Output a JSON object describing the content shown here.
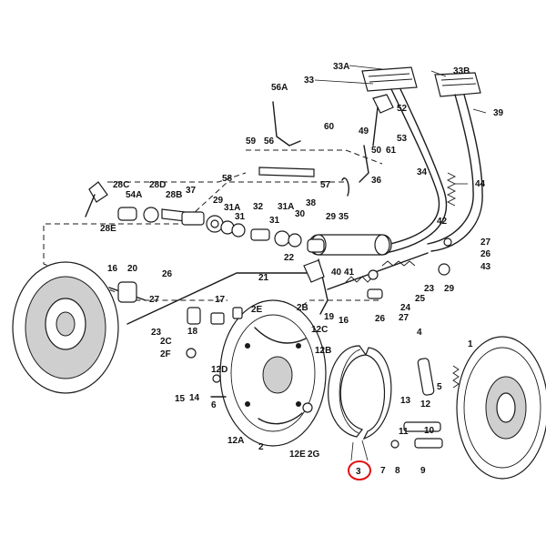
{
  "diagram": {
    "highlight_color": "#e01010",
    "highlighted_part": "3",
    "labels": [
      {
        "id": "33A",
        "text": "33A"
      },
      {
        "id": "33B",
        "text": "33B"
      },
      {
        "id": "33",
        "text": "33"
      },
      {
        "id": "39",
        "text": "39"
      },
      {
        "id": "56A",
        "text": "56A"
      },
      {
        "id": "52",
        "text": "52"
      },
      {
        "id": "60",
        "text": "60"
      },
      {
        "id": "49",
        "text": "49"
      },
      {
        "id": "53",
        "text": "53"
      },
      {
        "id": "59",
        "text": "59"
      },
      {
        "id": "56",
        "text": "56"
      },
      {
        "id": "50",
        "text": "50"
      },
      {
        "id": "61",
        "text": "61"
      },
      {
        "id": "58",
        "text": "58"
      },
      {
        "id": "57",
        "text": "57"
      },
      {
        "id": "34",
        "text": "34"
      },
      {
        "id": "44",
        "text": "44"
      },
      {
        "id": "36",
        "text": "36"
      },
      {
        "id": "28C",
        "text": "28C"
      },
      {
        "id": "28D",
        "text": "28D"
      },
      {
        "id": "37",
        "text": "37"
      },
      {
        "id": "54A",
        "text": "54A"
      },
      {
        "id": "28B",
        "text": "28B"
      },
      {
        "id": "29a",
        "text": "29"
      },
      {
        "id": "31A",
        "text": "31A"
      },
      {
        "id": "32",
        "text": "32"
      },
      {
        "id": "31Aa",
        "text": "31A"
      },
      {
        "id": "38",
        "text": "38"
      },
      {
        "id": "31a",
        "text": "31"
      },
      {
        "id": "31b",
        "text": "31"
      },
      {
        "id": "30",
        "text": "30"
      },
      {
        "id": "29b",
        "text": "29"
      },
      {
        "id": "35",
        "text": "35"
      },
      {
        "id": "42",
        "text": "42"
      },
      {
        "id": "28E",
        "text": "28E"
      },
      {
        "id": "27a",
        "text": "27"
      },
      {
        "id": "26a",
        "text": "26"
      },
      {
        "id": "22",
        "text": "22"
      },
      {
        "id": "40",
        "text": "40"
      },
      {
        "id": "41",
        "text": "41"
      },
      {
        "id": "43",
        "text": "43"
      },
      {
        "id": "16a",
        "text": "16"
      },
      {
        "id": "20",
        "text": "20"
      },
      {
        "id": "26b",
        "text": "26"
      },
      {
        "id": "27b",
        "text": "27"
      },
      {
        "id": "21",
        "text": "21"
      },
      {
        "id": "23a",
        "text": "23"
      },
      {
        "id": "29c",
        "text": "29"
      },
      {
        "id": "25",
        "text": "25"
      },
      {
        "id": "24",
        "text": "24"
      },
      {
        "id": "27c",
        "text": "27"
      },
      {
        "id": "26c",
        "text": "26"
      },
      {
        "id": "23b",
        "text": "23"
      },
      {
        "id": "17",
        "text": "17"
      },
      {
        "id": "2E",
        "text": "2E"
      },
      {
        "id": "2B",
        "text": "2B"
      },
      {
        "id": "19",
        "text": "19"
      },
      {
        "id": "16b",
        "text": "16"
      },
      {
        "id": "12C",
        "text": "12C"
      },
      {
        "id": "18",
        "text": "18"
      },
      {
        "id": "12B",
        "text": "12B"
      },
      {
        "id": "2C",
        "text": "2C"
      },
      {
        "id": "2F",
        "text": "2F"
      },
      {
        "id": "12D",
        "text": "12D"
      },
      {
        "id": "4",
        "text": "4"
      },
      {
        "id": "1",
        "text": "1"
      },
      {
        "id": "5",
        "text": "5"
      },
      {
        "id": "15",
        "text": "15"
      },
      {
        "id": "14",
        "text": "14"
      },
      {
        "id": "6",
        "text": "6"
      },
      {
        "id": "13",
        "text": "13"
      },
      {
        "id": "12",
        "text": "12"
      },
      {
        "id": "10",
        "text": "10"
      },
      {
        "id": "11",
        "text": "11"
      },
      {
        "id": "12A",
        "text": "12A"
      },
      {
        "id": "2",
        "text": "2"
      },
      {
        "id": "12E",
        "text": "12E"
      },
      {
        "id": "2G",
        "text": "2G"
      },
      {
        "id": "7",
        "text": "7"
      },
      {
        "id": "8",
        "text": "8"
      },
      {
        "id": "9",
        "text": "9"
      },
      {
        "id": "3",
        "text": "3"
      }
    ]
  }
}
